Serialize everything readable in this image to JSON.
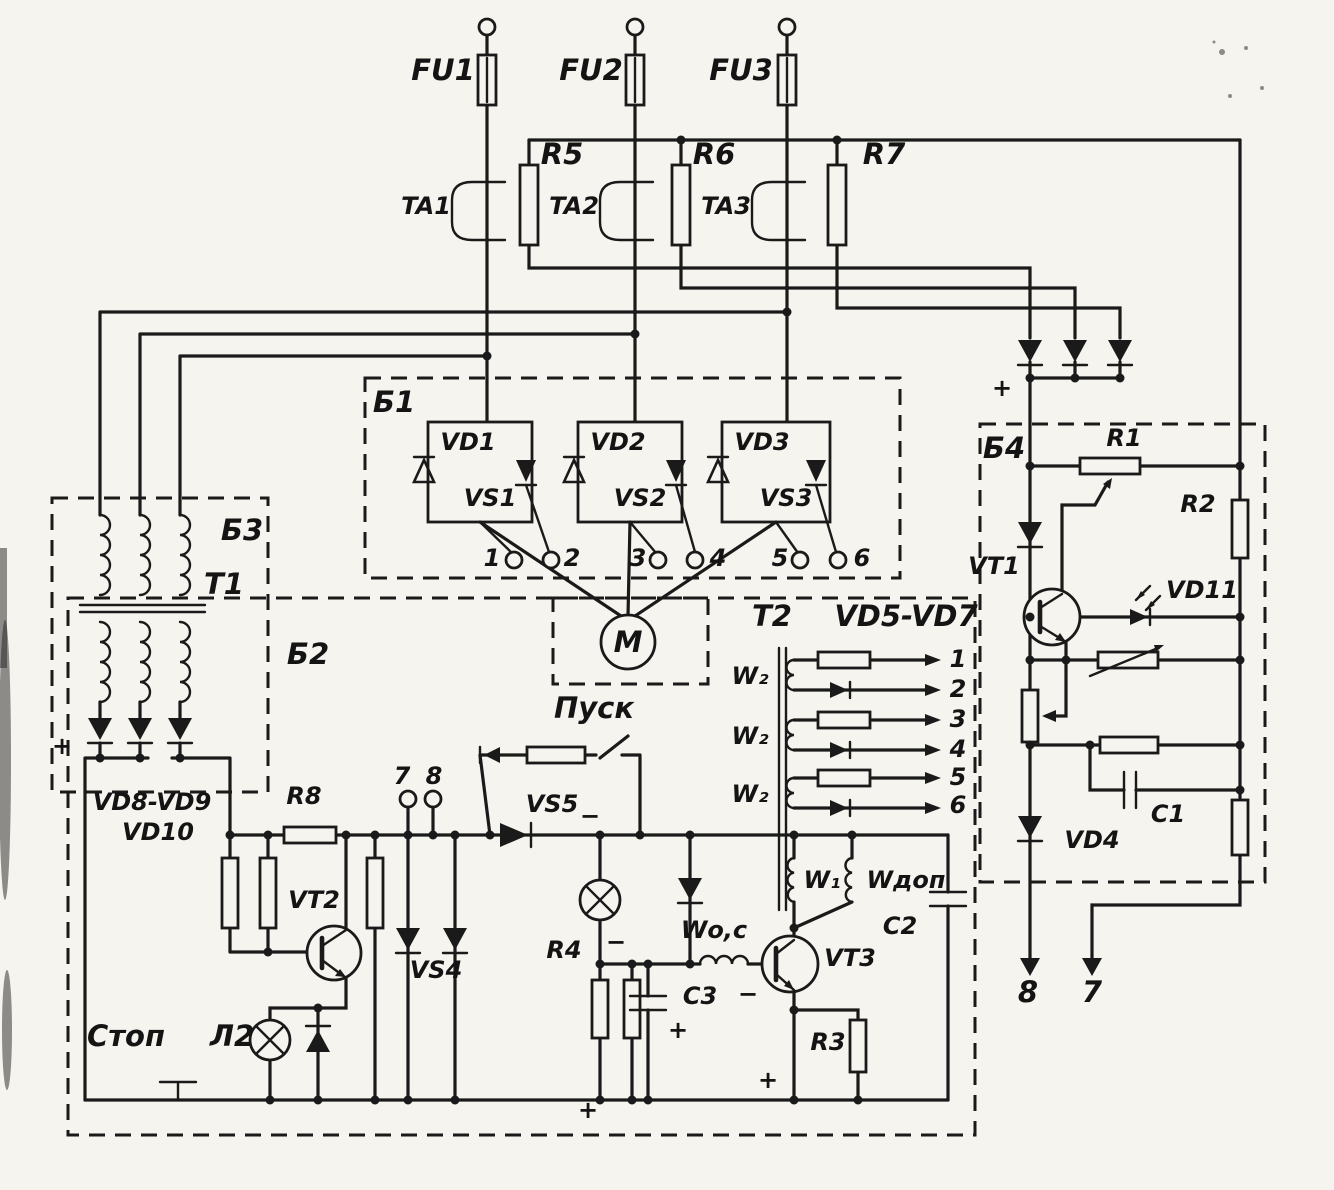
{
  "page": {
    "background": "#f6f4ee",
    "ink": "#1a1a1a"
  },
  "labels": {
    "fu1": "FU1",
    "fu2": "FU2",
    "fu3": "FU3",
    "ta1": "TA1",
    "ta2": "TA2",
    "ta3": "TA3",
    "r1": "R1",
    "r2": "R2",
    "r3": "R3",
    "r4": "R4",
    "r5": "R5",
    "r6": "R6",
    "r7": "R7",
    "r8": "R8",
    "b1": "Б1",
    "b2": "Б2",
    "b3": "Б3",
    "b4": "Б4",
    "vd1": "VD1",
    "vd2": "VD2",
    "vd3": "VD3",
    "vs1": "VS1",
    "vs2": "VS2",
    "vs3": "VS3",
    "vd4": "VD4",
    "vd5_7": "VD5-VD7",
    "vd8_9": "VD8-VD9",
    "vd10": "VD10",
    "vd11": "VD11",
    "vs4": "VS4",
    "vs5": "VS5",
    "vt1": "VT1",
    "vt2": "VT2",
    "vt3": "VT3",
    "t1": "T1",
    "t2": "T2",
    "m": "M",
    "w1": "W₁",
    "w2": "W₂",
    "wdop": "Wдоп",
    "wos": "Wо,с",
    "c1": "C1",
    "c2": "C2",
    "c3": "C3",
    "l2": "Л2",
    "pusk": "Пуск",
    "stop": "Стоп",
    "plus": "+",
    "minus": "−",
    "n1": "1",
    "n2": "2",
    "n3": "3",
    "n4": "4",
    "n5": "5",
    "n6": "6",
    "t7": "7",
    "t8": "8"
  }
}
